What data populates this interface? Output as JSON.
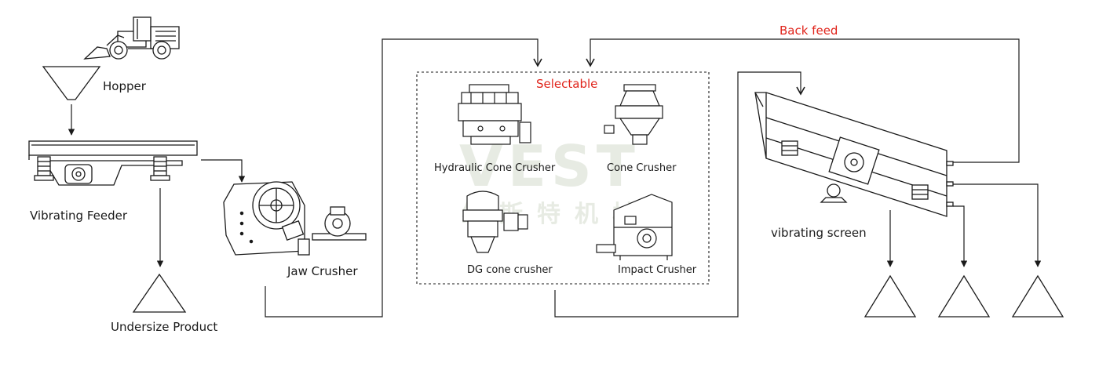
{
  "watermark": {
    "brand": "VEST",
    "brand_cn": "维斯特机械"
  },
  "labels": {
    "hopper": "Hopper",
    "vibrating_feeder": "Vibrating Feeder",
    "undersize_product": "Undersize Product",
    "jaw_crusher": "Jaw Crusher",
    "selectable": "Selectable",
    "hydraulic_cone_crusher": "Hydraulic Cone Crusher",
    "cone_crusher": "Cone Crusher",
    "dg_cone_crusher": "DG cone crusher",
    "impact_crusher": "Impact Crusher",
    "vibrating_screen": "vibrating screen",
    "back_feed": "Back feed"
  },
  "colors": {
    "line": "#1a1a1a",
    "accent_text": "#e0241b",
    "watermark": "#e7ebe3"
  }
}
